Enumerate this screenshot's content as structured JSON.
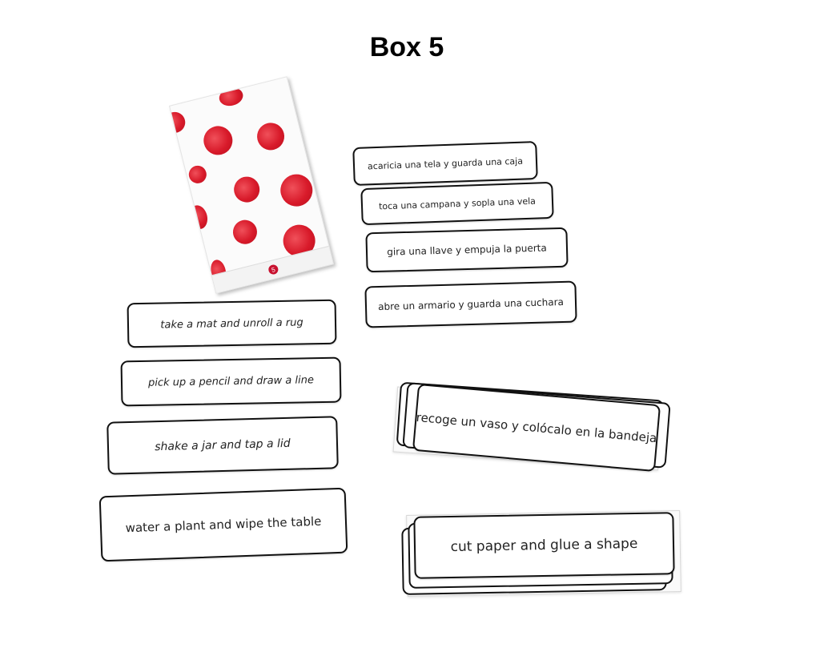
{
  "title": "Box 5",
  "box": {
    "number": "5",
    "dot_color": "#d81a2a"
  },
  "cards_spanish": [
    "acaricia una tela y guarda una caja",
    "toca una campana y sopla una vela",
    "gira una llave y empuja la puerta",
    "abre un armario y guarda una cuchara"
  ],
  "cards_english": [
    "take a mat and unroll a rug",
    "pick up a pencil and draw a line",
    "shake a jar and tap a lid",
    "water a plant and wipe the table"
  ],
  "stack_spanish": "recoge un vaso y colócalo en la bandeja",
  "stack_english": "cut paper and glue a shape"
}
